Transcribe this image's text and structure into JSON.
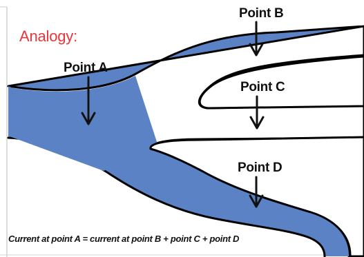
{
  "heading": "Analogy:",
  "points": {
    "a": "Point A",
    "b": "Point B",
    "c": "Point C",
    "d": "Point D"
  },
  "caption": "Current at point A = current at point B + point C + point D",
  "colors": {
    "river": "#5b82c5",
    "outline": "#000000",
    "heading": "#e8363b",
    "frame": "#b9b9b9"
  }
}
